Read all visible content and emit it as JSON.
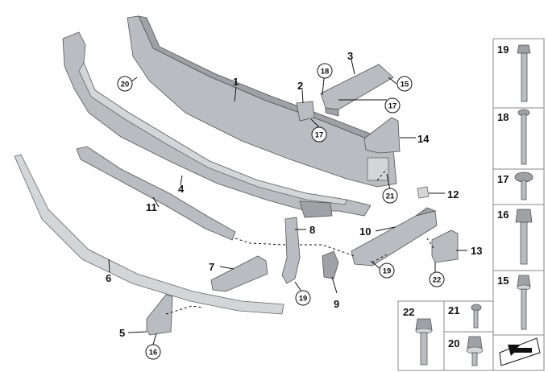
{
  "callouts": {
    "p1": "1",
    "p2": "2",
    "p3": "3",
    "p4": "4",
    "p5": "5",
    "p6": "6",
    "p7": "7",
    "p8": "8",
    "p9": "9",
    "p10": "10",
    "p11": "11",
    "p12": "12",
    "p13": "13",
    "p14": "14",
    "c15": "15",
    "c16": "16",
    "c17a": "17",
    "c17b": "17",
    "c18": "18",
    "c19a": "19",
    "c19b": "19",
    "c20": "20",
    "c21": "21",
    "c22": "22"
  },
  "fastener_panel": {
    "f19": "19",
    "f18": "18",
    "f17": "17",
    "f16": "16",
    "f15": "15",
    "f22": "22",
    "f21": "21",
    "f20": "20"
  },
  "icons": {
    "corner": "arrow-symbol-icon"
  }
}
